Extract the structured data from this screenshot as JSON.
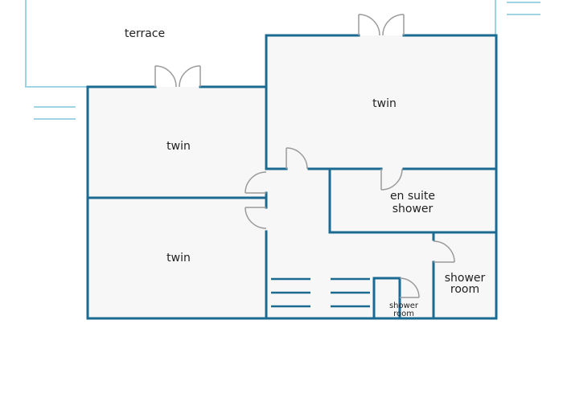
{
  "colors": {
    "wall": "#1b6a91",
    "terrace_outline": "#9fd3e6",
    "floor": "#f7f7f7",
    "door": "#9a9a9a"
  },
  "rooms": {
    "terrace": "terrace",
    "twin_upper_left": "twin",
    "twin_upper_right": "twin",
    "twin_lower_left": "twin",
    "en_suite_line1": "en suite",
    "en_suite_line2": "shower",
    "shower_room_line1": "shower",
    "shower_room_line2": "room",
    "small_shower_line1": "shower",
    "small_shower_line2": "room"
  }
}
